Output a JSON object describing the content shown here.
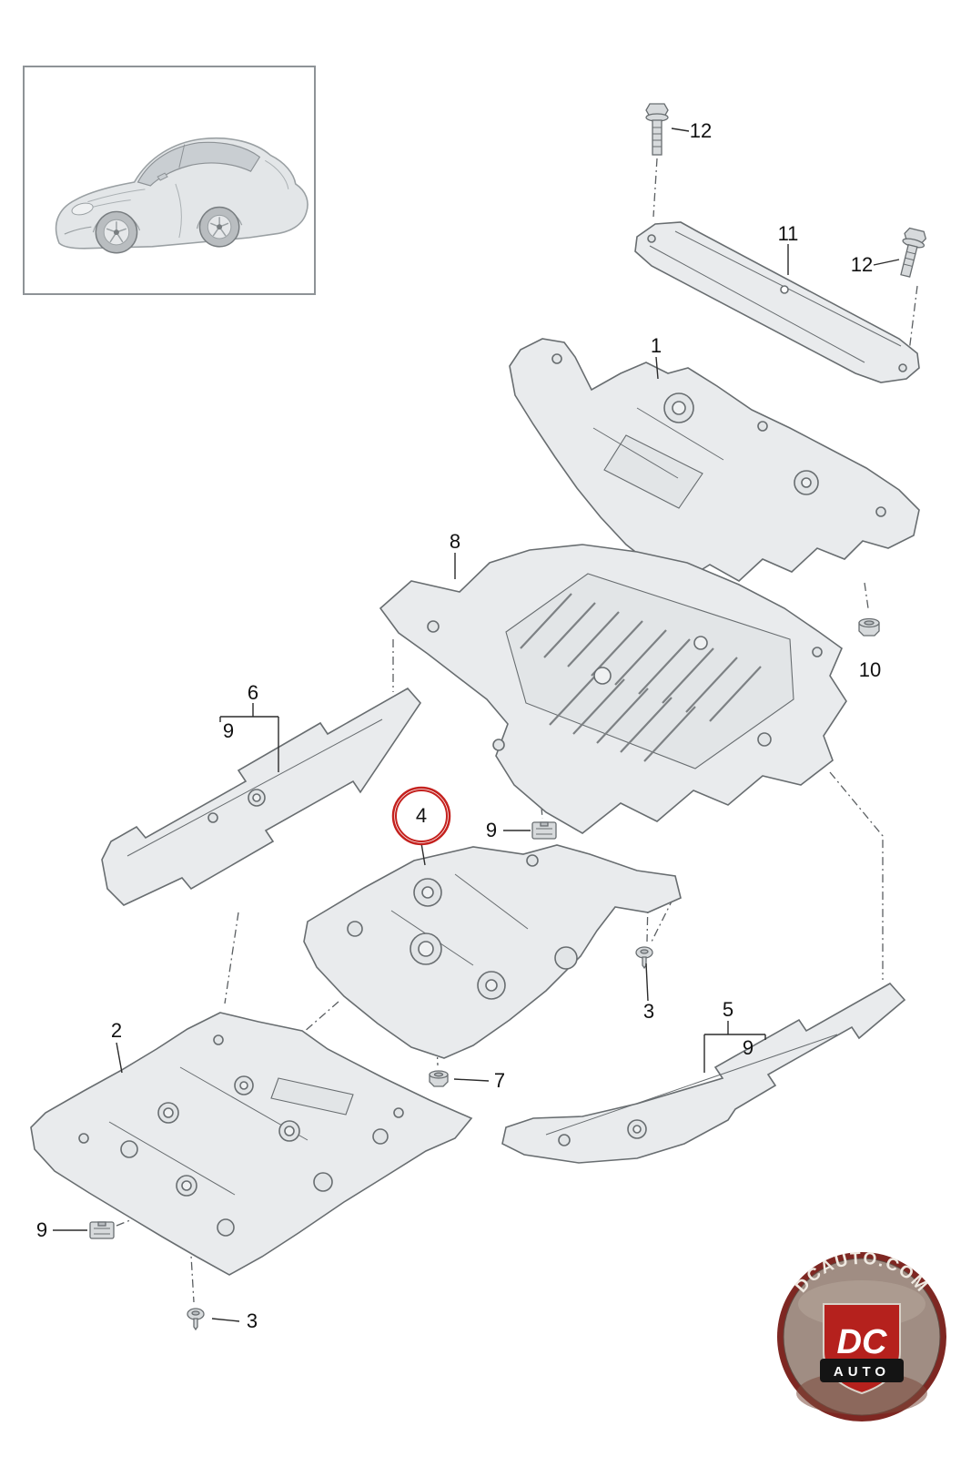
{
  "diagram": {
    "callouts": {
      "one": "1",
      "two": "2",
      "three_mid": "3",
      "three_bottom": "3",
      "four": "4",
      "five": "5",
      "six": "6",
      "seven": "7",
      "eight": "8",
      "nine_mid": "9",
      "nine_six": "9",
      "nine_five": "9",
      "nine_bottom": "9",
      "ten": "10",
      "eleven": "11",
      "twelve_top": "12",
      "twelve_right": "12"
    },
    "highlight_color": "#c4211e"
  },
  "logo": {
    "site": "DCAUTO.COM",
    "brand": "DC",
    "sub": "AUTO"
  },
  "colors": {
    "panel_fill": "#e9ebed",
    "panel_stroke": "#686d70",
    "leader_line": "#2b2b2b",
    "logo_red": "#b5211d"
  }
}
